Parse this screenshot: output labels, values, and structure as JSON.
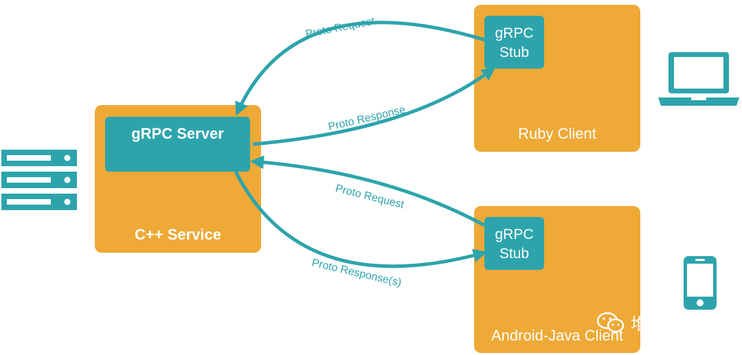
{
  "colors": {
    "orange": "#EEA936",
    "teal": "#2DA4AC",
    "white": "#FFFFFF"
  },
  "server": {
    "box_label": "gRPC Server",
    "service_label": "C++ Service",
    "icon": "server-rack-icon"
  },
  "ruby_client": {
    "stub_line1": "gRPC",
    "stub_line2": "Stub",
    "client_label": "Ruby Client",
    "icon": "laptop-icon"
  },
  "android_client": {
    "stub_line1": "gRPC",
    "stub_line2": "Stub",
    "client_label": "Android-Java Client",
    "icon": "smartphone-icon"
  },
  "arrows": {
    "ruby_request": "Proto Request",
    "ruby_response": "Proto Response",
    "android_request": "Proto Request",
    "android_response": "Proto Response(s)"
  },
  "watermark": {
    "text": "堆栈future",
    "icon": "wechat-icon"
  }
}
